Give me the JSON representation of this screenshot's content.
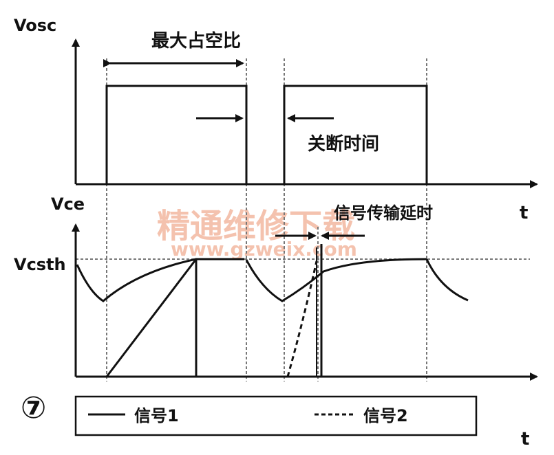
{
  "labels": {
    "vosc": "Vosc",
    "vce": "Vce",
    "vcsth": "Vcsth",
    "t_top": "t",
    "t_bottom": "t",
    "max_duty": "最大占空比",
    "off_time": "关断时间",
    "signal_delay": "信号传输延时",
    "figure_number": "⑦"
  },
  "legend": {
    "signal1": "信号1",
    "signal2": "信号2"
  },
  "watermark": {
    "line1": "精通维修下载",
    "line2": "www.gzweix.com",
    "color": "#f3b8a0"
  },
  "colors": {
    "ink": "#111111",
    "dashed_ref": "#777777"
  }
}
